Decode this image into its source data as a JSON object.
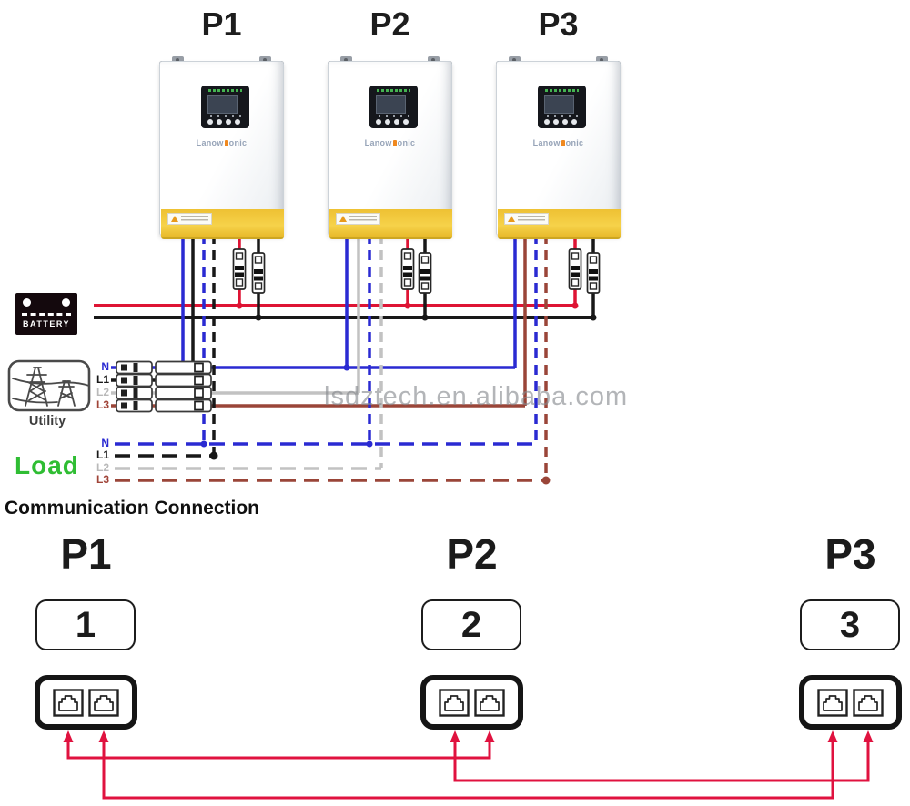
{
  "colors": {
    "blue": "#2a2ad2",
    "black": "#181818",
    "gray": "#c2c2c2",
    "brown": "#9a4538",
    "battery_red": "#de1434",
    "comm_red": "#e0123f",
    "load_green": "#2fbd33",
    "label_gray": "#b9b9b9",
    "label_brown": "#a04438",
    "inverter_yellow": "#f2c636"
  },
  "top_section": {
    "inverter_labels": [
      "P1",
      "P2",
      "P3"
    ],
    "brand": {
      "left": "Lanow",
      "right": "onic"
    },
    "battery_label": "BATTERY",
    "utility_label": "Utility",
    "utility_lines": [
      "N",
      "L1",
      "L2",
      "L3"
    ],
    "load_label": "Load",
    "load_lines": [
      "N",
      "L1",
      "L2",
      "L3"
    ]
  },
  "watermark": "lsdztech.en.alibaba.com",
  "communication": {
    "heading": "Communication Connection",
    "units": [
      {
        "label": "P1",
        "number": "1"
      },
      {
        "label": "P2",
        "number": "2"
      },
      {
        "label": "P3",
        "number": "3"
      }
    ]
  }
}
